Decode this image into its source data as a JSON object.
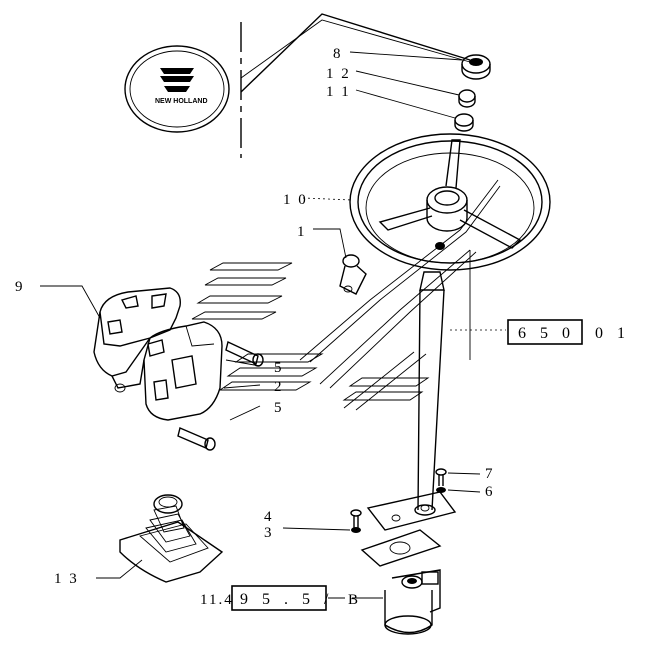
{
  "logo": {
    "brand_text": "NEW HOLLAND"
  },
  "labels": {
    "l8": "8",
    "l12": "1 2",
    "l11": "1 1",
    "l10": "1 0",
    "l1": "1",
    "l9": "9",
    "l5a": "5",
    "l2": "2",
    "l5b": "5",
    "l7": "7",
    "l6": "6",
    "l4": "4",
    "l3": "3",
    "l13": "1 3"
  },
  "refs": {
    "ref1_box": "6 5 0",
    "ref1_suffix": "0 1",
    "ref2_prefix": "11.4",
    "ref2_box": "9 5 . 5 /",
    "ref2_suffix": "B"
  }
}
